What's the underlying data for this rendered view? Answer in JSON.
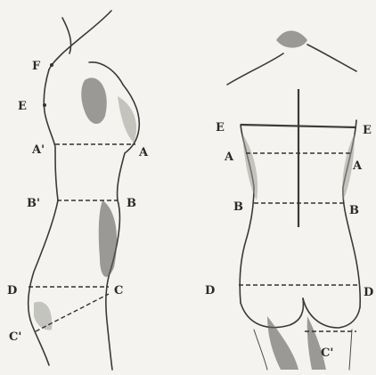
{
  "labels": {
    "side": {
      "F": "F",
      "E": "E",
      "A_prime": "A'",
      "A": "A",
      "B_prime": "B'",
      "B": "B",
      "D": "D",
      "C": "C",
      "C_prime": "C'"
    },
    "back": {
      "E_left": "E",
      "E_right": "E",
      "A_left": "A",
      "A_right": "A",
      "B_left": "B",
      "B_right": "B",
      "D_left": "D",
      "D_right": "D",
      "C_prime": "C'"
    }
  }
}
